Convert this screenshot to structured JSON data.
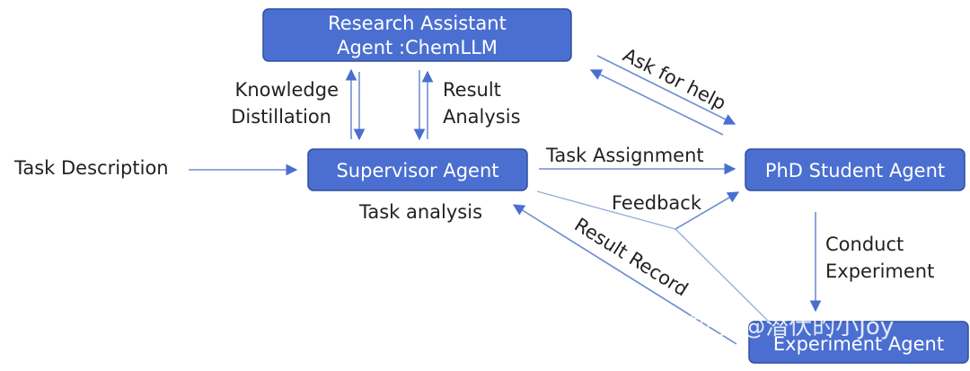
{
  "nodes": {
    "research_assistant": [
      "Research Assistant",
      "Agent :ChemLLM"
    ],
    "supervisor": "Supervisor Agent",
    "phd_student": "PhD Student Agent",
    "experiment": "Experiment Agent"
  },
  "labels": {
    "task_description": "Task Description",
    "knowledge_distillation": [
      "Knowledge",
      "Distillation"
    ],
    "result_analysis": [
      "Result",
      "Analysis"
    ],
    "ask_for_help": "Ask for help",
    "task_assignment": "Task Assignment",
    "feedback": "Feedback",
    "task_analysis": "Task analysis",
    "result_record": "Result Record",
    "conduct_experiment": [
      "Conduct",
      "Experiment"
    ]
  },
  "watermark": "知乎 @潜伏的小Joy",
  "colors": {
    "node_fill": "#4a6fd1",
    "node_text": "#ffffff",
    "edge": "#6f8fd0"
  }
}
